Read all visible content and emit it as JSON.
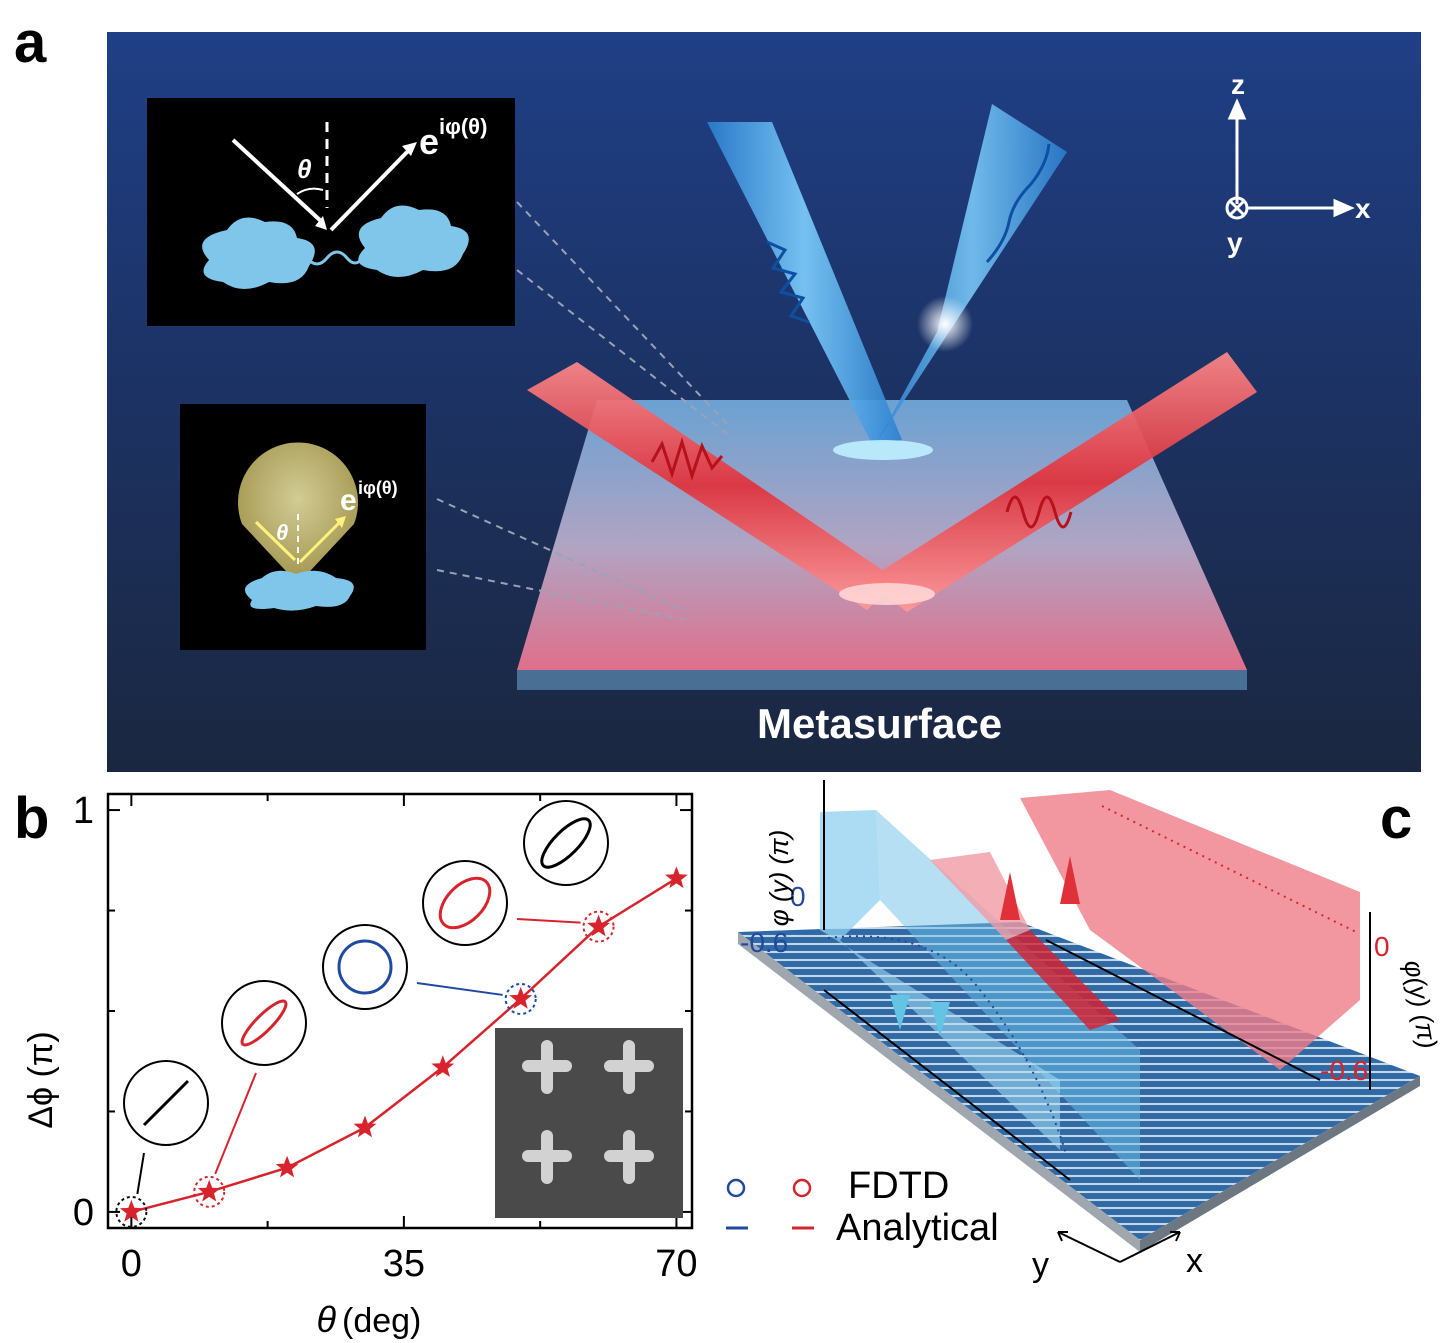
{
  "panel_a": {
    "letter": "a",
    "title_label": "Metasurface",
    "inset_top": {
      "phase_label": "e",
      "phase_exponent": "iφ(θ)",
      "angle_label": "θ"
    },
    "inset_bottom": {
      "phase_label": "e",
      "phase_exponent": "iφ(θ)",
      "angle_label": "θ"
    },
    "axes": {
      "z": "z",
      "x": "x",
      "y": "y"
    },
    "colors": {
      "blue_beam": "#3fa9f5",
      "red_beam": "#e0303a",
      "background": "#1c3366"
    }
  },
  "panel_b": {
    "letter": "b",
    "chart_data": {
      "type": "line",
      "xlabel_symbol": "θ",
      "xlabel_unit": "(deg)",
      "ylabel": "Δϕ (π)",
      "xlim": [
        -3,
        72
      ],
      "ylim": [
        -0.04,
        1.04
      ],
      "xticks": [
        0,
        35,
        70
      ],
      "xticks_minor": [
        17.5,
        52.5
      ],
      "yticks": [
        0,
        1
      ],
      "yticks_minor": [
        0.25,
        0.5,
        0.75
      ],
      "series": [
        {
          "marker": "star",
          "color": "#d7242c",
          "x": [
            0,
            10,
            20,
            30,
            40,
            50,
            60,
            70
          ],
          "y": [
            0.0,
            0.05,
            0.11,
            0.21,
            0.36,
            0.53,
            0.71,
            0.83
          ]
        }
      ],
      "highlighted_points": [
        {
          "x": 0,
          "y": 0.0,
          "ring_color": "#111111",
          "polarization": "line",
          "pol_color": "#000000"
        },
        {
          "x": 10,
          "y": 0.05,
          "ring_color": "#d7242c",
          "polarization": "ellipse-narrow",
          "pol_color": "#d7242c"
        },
        {
          "x": 50,
          "y": 0.53,
          "ring_color": "#1f4aa0",
          "polarization": "circle",
          "pol_color": "#1f4aa0"
        },
        {
          "x": 60,
          "y": 0.71,
          "ring_color": "#d7242c",
          "polarization": "ellipse-wide",
          "pol_color": "#d7242c"
        }
      ]
    }
  },
  "panel_c": {
    "letter": "c",
    "left_axis": {
      "label": "φ (y) (π)",
      "ticks": [
        "0",
        "-0.6"
      ]
    },
    "right_axis": {
      "label": "φ(y) (π)",
      "ticks": [
        "0",
        "-0.6"
      ]
    },
    "legend": [
      {
        "label": "FDTD",
        "markers": [
          "#1f4aa0",
          "#d7242c"
        ],
        "style": "circle"
      },
      {
        "label": "Analytical",
        "markers": [
          "#1f4aa0",
          "#d7242c"
        ],
        "style": "line"
      }
    ],
    "axes": {
      "y": "y",
      "x": "x"
    }
  }
}
